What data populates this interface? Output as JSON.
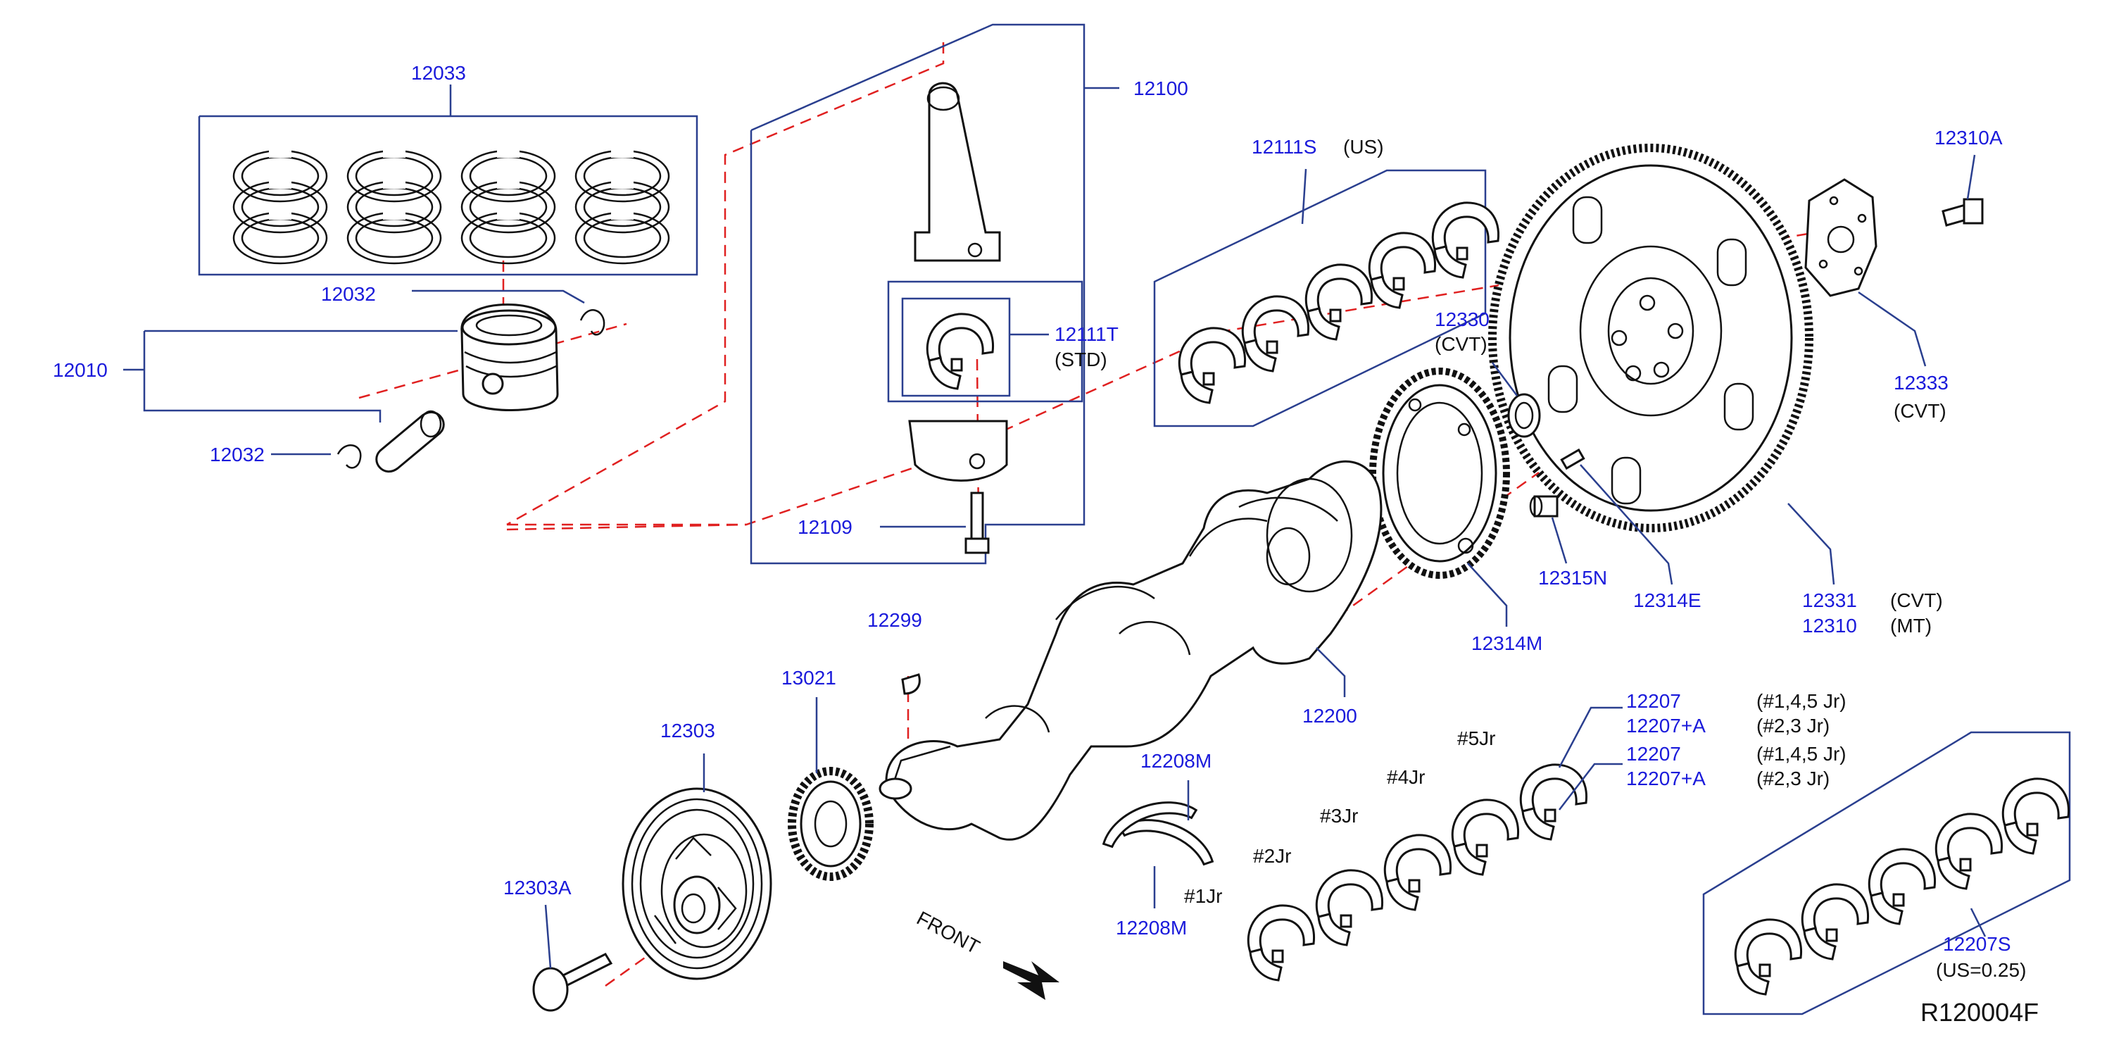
{
  "diagram": {
    "reference_code": "R120004F",
    "front_label": "FRONT",
    "labels": {
      "p12033": "12033",
      "p12032_top": "12032",
      "p12032_bottom": "12032",
      "p12010": "12010",
      "p12100": "12100",
      "p12111S": "12111S",
      "note_US": "(US)",
      "p12111T": "12111T",
      "note_STD": "(STD)",
      "p12109": "12109",
      "p12330": "12330",
      "note_12330_CVT": "(CVT)",
      "p12310A": "12310A",
      "p12333": "12333",
      "note_12333_CVT": "(CVT)",
      "p12315N": "12315N",
      "p12314E": "12314E",
      "p12314M": "12314M",
      "p12331": "12331",
      "note_12331_CVT": "(CVT)",
      "p12310": "12310",
      "note_12310_MT": "(MT)",
      "p12299": "12299",
      "p13021": "13021",
      "p12200": "12200",
      "p12303": "12303",
      "p12303A": "12303A",
      "p12208M_top": "12208M",
      "p12208M_bottom": "12208M",
      "jr5": "#5Jr",
      "jr4": "#4Jr",
      "jr3": "#3Jr",
      "jr2": "#2Jr",
      "jr1": "#1Jr",
      "p12207_a": "12207",
      "p12207A_a": "12207+A",
      "p12207_b": "12207",
      "p12207A_b": "12207+A",
      "note_jr145_a": "(#1,4,5   Jr)",
      "note_jr23_a": "(#2,3   Jr)",
      "note_jr145_b": "(#1,4,5   Jr)",
      "note_jr23_b": "(#2,3   Jr)",
      "p12207S": "12207S",
      "note_US025": "(US=0.25)"
    }
  }
}
